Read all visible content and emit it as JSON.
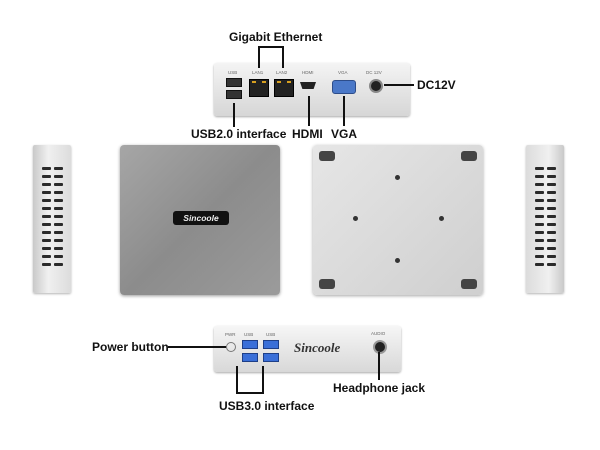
{
  "callouts": {
    "gigabit_ethernet": "Gigabit Ethernet",
    "dc12v": "DC12V",
    "usb20": "USB2.0 interface",
    "hdmi": "HDMI",
    "vga": "VGA",
    "power_button": "Power button",
    "headphone_jack": "Headphone jack",
    "usb30": "USB3.0  interface"
  },
  "rear_port_labels": {
    "usb": "USB",
    "lan1": "LAN1",
    "lan2": "LAN2",
    "hdmi": "HDMI",
    "vga": "VGA",
    "dc": "DC 12V"
  },
  "front_port_labels": {
    "pwr": "PWR",
    "usb_a": "USB",
    "usb_b": "USB",
    "audio": "AUDIO"
  },
  "brand": "Sincoole",
  "colors": {
    "case_silver": "#d8d8d8",
    "top_grey": "#9a9a9a",
    "usb3_blue": "#3a6fd8",
    "vga_blue": "#4a78c8",
    "text": "#111111"
  }
}
